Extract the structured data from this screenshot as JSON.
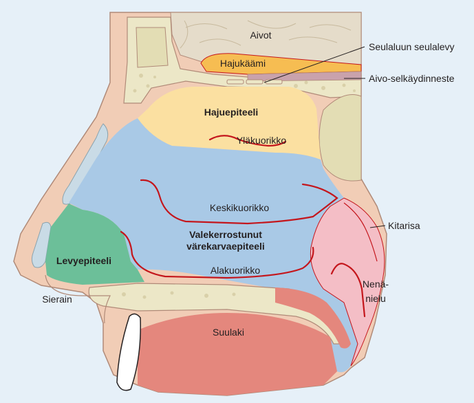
{
  "labels": {
    "aivot": "Aivot",
    "hajukaami": "Hajukäämi",
    "seulaluun_seulalevy": "Seulaluun seulalevy",
    "aivo_selkaydinneste": "Aivo-selkäydinneste",
    "hajuepiteeli": "Hajuepiteeli",
    "ylakuorikko": "Yläkuorikko",
    "keskikuorikko": "Keskikuorikko",
    "kitarisa": "Kitarisa",
    "valekerrostunut_line1": "Valekerrostunut",
    "valekerrostunut_line2": "värekarvaepiteeli",
    "levyepiteeli": "Levyepiteeli",
    "alakuorikko": "Alakuorikko",
    "sierain": "Sierain",
    "nena_line1": "Nenä-",
    "nena_line2": "nielu",
    "suulaki": "Suulaki"
  },
  "colors": {
    "background": "#e6f0f8",
    "skin": "#f1cdb6",
    "bone": "#ece7c7",
    "brain": "#e5dcca",
    "olfactory_bulb": "#f6bd52",
    "csf": "#c9a2ac",
    "olfactory_epithelium": "#fbe0a1",
    "respiratory_epithelium": "#a9c9e6",
    "squamous_epithelium": "#6cbf99",
    "adenoid": "#f4bec6",
    "palate": "#e4877d",
    "turbinate_line": "#c4161c",
    "outline": "#b08a78"
  }
}
